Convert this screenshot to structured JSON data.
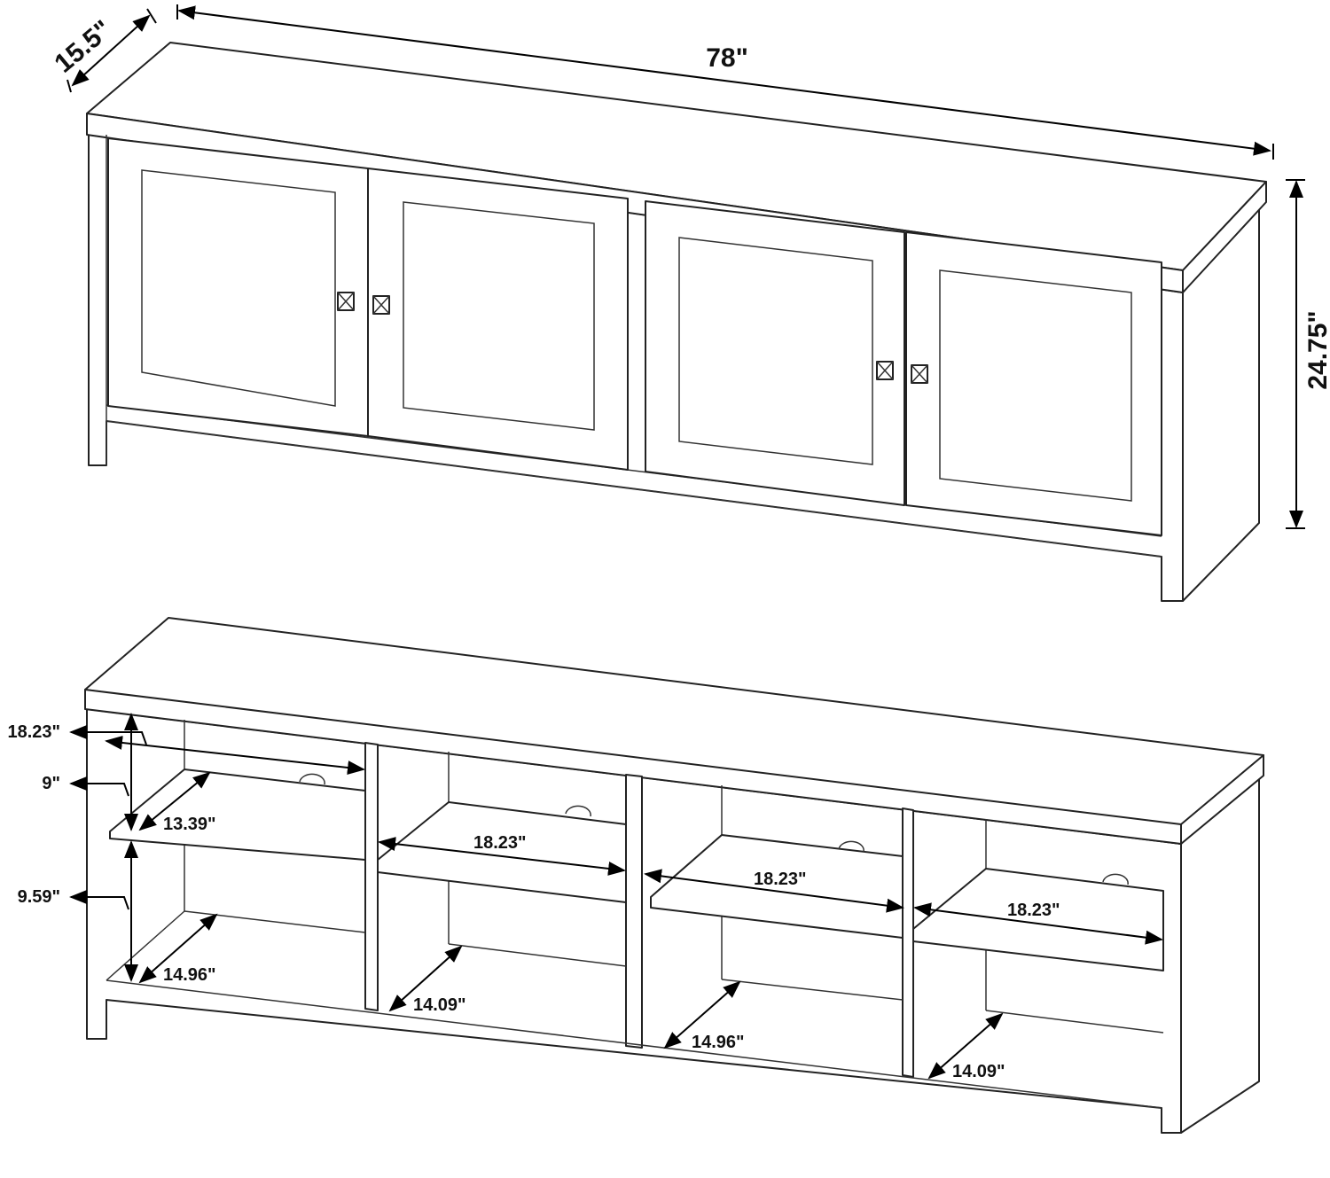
{
  "top_view": {
    "depth_label": "15.5\"",
    "width_label": "78\"",
    "height_label": "24.75\""
  },
  "bottom_view": {
    "left_shelf_width": "18.23\"",
    "upper_gap": "9\"",
    "lower_gap": "9.59\"",
    "shelf_depth_1": "13.39\"",
    "bottom_depth_1": "14.96\"",
    "shelf_width_2": "18.23\"",
    "bottom_depth_2": "14.09\"",
    "shelf_width_3": "18.23\"",
    "bottom_depth_3": "14.96\"",
    "shelf_width_4": "18.23\"",
    "bottom_depth_4": "14.09\""
  },
  "colors": {
    "line": "#222222",
    "background": "#ffffff"
  }
}
